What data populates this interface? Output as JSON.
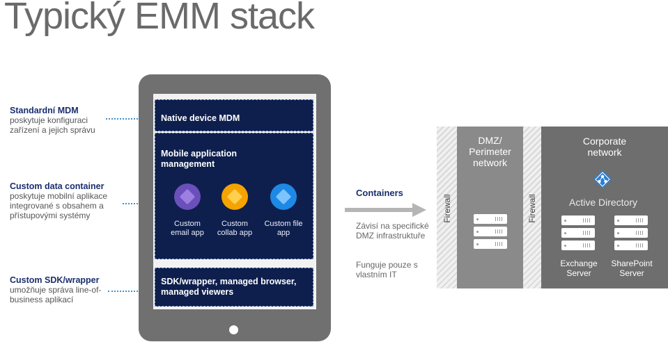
{
  "title": "Typický EMM stack",
  "descriptions": [
    {
      "heading": "Standardní MDM",
      "text": "poskytuje konfiguraci zařízení a jejich správu"
    },
    {
      "heading": "Custom data container",
      "text": "poskytuje mobilní aplikace integrované s obsahem a přístupovými systémy"
    },
    {
      "heading": "Custom SDK/wrapper",
      "text": "umožňuje správa line-of-business aplikací"
    }
  ],
  "tablet": {
    "native_mdm": "Native device MDM",
    "mam": "Mobile application management",
    "sdk": "SDK/wrapper, managed browser, managed viewers",
    "apps": [
      {
        "label": "Custom email app",
        "icon": "purple-cube-icon",
        "color": "#6b4fbb"
      },
      {
        "label": "Custom collab app",
        "icon": "orange-cube-icon",
        "color": "#f5a300"
      },
      {
        "label": "Custom file app",
        "icon": "blue-cube-icon",
        "color": "#1e88e5"
      }
    ]
  },
  "containers": {
    "heading": "Containers",
    "note1": "Závisí na specifické DMZ infrastruktuře",
    "note2": "Funguje pouze s vlastním IT"
  },
  "network": {
    "firewall": "Firewall",
    "dmz": "DMZ/ Perimeter network",
    "corporate": "Corporate network",
    "active_directory": "Active Directory",
    "exchange": "Exchange Server",
    "sharepoint": "SharePoint Server"
  },
  "colors": {
    "navy": "#0e1f4d",
    "tablet_frame": "#707070",
    "dmz": "#8a8a8a",
    "corporate": "#6e6e6e",
    "ad_icon": "#2a7fd4"
  }
}
